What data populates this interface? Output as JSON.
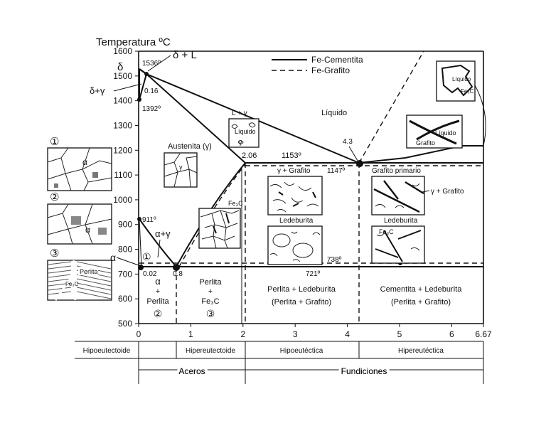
{
  "axes": {
    "y_title": "Temperatura ºC",
    "y_ticks": [
      "1600",
      "1500",
      "1400",
      "1300",
      "1200",
      "1100",
      "1000",
      "900",
      "800",
      "700",
      "600",
      "500"
    ],
    "x_ticks": [
      "0",
      "1",
      "2",
      "3",
      "4",
      "5",
      "6",
      "6.67"
    ]
  },
  "legend": {
    "solid": "Fe-Cementita",
    "dashed": "Fe-Grafito"
  },
  "points": {
    "t1536": "1536º",
    "dl": "δ + L",
    "delta": "δ",
    "dg": "δ+γ",
    "c016": "0.16",
    "t1392": "1392º",
    "t911": "911º",
    "alpha": "α",
    "ag": "α+γ",
    "c002": "0.02",
    "c08": "0.8",
    "c206": "2.06",
    "t1153": "1153º",
    "t1147": "1147º",
    "c43": "4.3",
    "t738": "738º",
    "t721": "721º",
    "circ1": "①"
  },
  "regions": {
    "liquido": "Líquido",
    "austenita": "Austenita (γ)",
    "lg": "L + γ",
    "liquido_inset": "Líquido",
    "g_grafito": "γ + Grafito",
    "grafito_primario": "Grafito primario",
    "ledeburita1": "Ledeburita",
    "ledeburita2": "Ledeburita",
    "g_grafito2": "γ + Grafito",
    "fe3c_left": "Fe₃C",
    "fe3c_right": "Fe₃C",
    "liquido_top": "Líquido",
    "fe3c_top": "Fe₃C",
    "liquido_right": "Líquido",
    "grafito_right": "Grafito",
    "gamma_inset": "γ"
  },
  "bottom_regions": {
    "r1_line1": "α",
    "r1_line2": "+",
    "r1_line3": "Perlita",
    "r1_num": "②",
    "r2_line1": "Perlita",
    "r2_line2": "+",
    "r2_line3": "Fe₃C",
    "r2_num": "③",
    "r3_line1": "Perlita + Ledeburita",
    "r3_line2": "(Perlita + Grafito)",
    "r4_line1": "Cementita + Ledeburita",
    "r4_line2": "(Perlita + Grafito)"
  },
  "classification": {
    "hipoeutectoide": "Hipoeutectoide",
    "hipereutectoide": "Hipereutectoide",
    "hipoeutectica": "Hipoeutéctica",
    "hipereutectica": "Hipereutéctica",
    "aceros": "Aceros",
    "fundiciones": "Fundiciones"
  },
  "left_insets": {
    "n1": "①",
    "n2": "②",
    "n3": "③",
    "a1": "α",
    "a2": "α",
    "perlita": "Perlita",
    "fe3c": "Fe₃C"
  }
}
